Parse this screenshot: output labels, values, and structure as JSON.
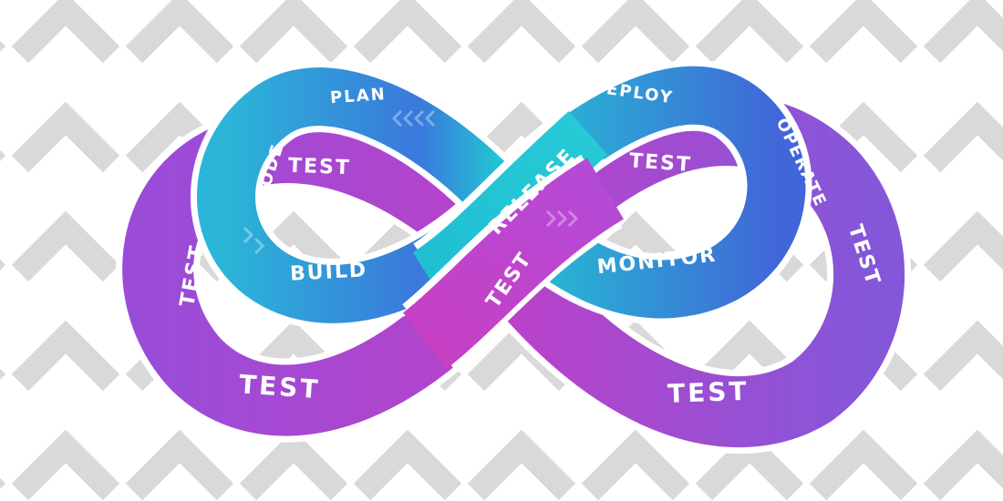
{
  "colors": {
    "background": "#ffffff",
    "chevron": "#d8d8d8",
    "purple_band": "#8a4fd6",
    "magenta_band": "#c23fc7",
    "blue_band": "#3f6fdc",
    "cyan_band": "#1fc7d4",
    "label": "#ffffff"
  },
  "inner_loop": {
    "labels": {
      "plan": "PLAN",
      "code": "CODE",
      "build": "BUILD",
      "release": "RELEASE",
      "deploy": "DEPLOY",
      "operate": "OPERATE",
      "monitor": "MONITOR"
    }
  },
  "outer_loop": {
    "labels": {
      "test_left_inner": "TEST",
      "test_left_side": "TEST",
      "test_left_bottom": "TEST",
      "test_center": "TEST",
      "test_right_inner": "TEST",
      "test_right_side": "TEST",
      "test_right_bottom": "TEST"
    }
  }
}
